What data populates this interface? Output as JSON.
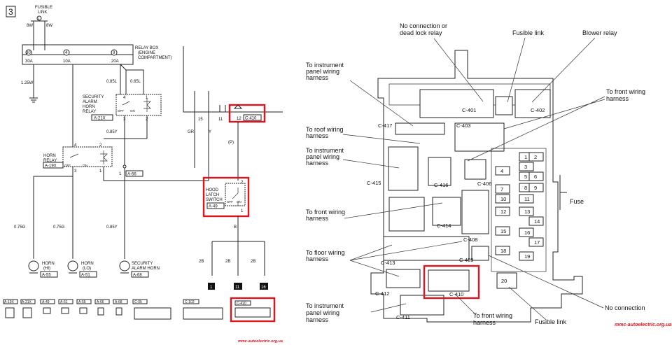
{
  "left": {
    "page_number": "3",
    "fusible_link": [
      "FUSIBLE",
      "LINK"
    ],
    "fuse_top_num": "1",
    "fuse_codes": [
      "30",
      "4",
      "9"
    ],
    "fuse_ratings": [
      "30A",
      "10A",
      "20A"
    ],
    "wire_8w_a": "8W",
    "wire_8w_b": "8W",
    "relay_box": [
      "RELAY BOX",
      "(ENGINE",
      "COMPARTMENT)"
    ],
    "wire_125w": "1.25W",
    "wire_085l_a": "0.85L",
    "wire_065l": "0.65L",
    "security_relay": [
      "SECURITY",
      "ALARM",
      "HORN",
      "RELAY"
    ],
    "security_relay_code": "A-21X",
    "security_pins": [
      "4",
      "1",
      "3",
      "2"
    ],
    "wire_085y_a": "0.85Y",
    "gr": "GR",
    "y": "Y",
    "p": "(P)",
    "n15": "15",
    "n11": "11",
    "c410_pin": "12",
    "c410_code": "C-410",
    "horn_relay": [
      "HORN",
      "RELAY"
    ],
    "horn_relay_code": "A-19X",
    "horn_pins": [
      "4",
      "2",
      "3",
      "1"
    ],
    "off": "OFF",
    "on": "ON",
    "a66_num": "1",
    "a66_code": "A-66",
    "hood_switch": [
      "HOOD",
      "LATCH",
      "SWITCH"
    ],
    "hood_code": "A-49",
    "hood_pins": [
      "2",
      "1"
    ],
    "wire_b": "B",
    "wire_075g_a": "0.75G",
    "wire_075g_b": "0.75G",
    "wire_085y_b": "0.85Y",
    "wire_2b_a": "2B",
    "wire_2b_b": "2B",
    "wire_2b_c": "2B",
    "horn_hi": [
      "HORN",
      "(HI)"
    ],
    "horn_hi_code": "A-55",
    "horn_lo": [
      "HORN",
      "(LO)"
    ],
    "horn_lo_code": "A-51",
    "security_horn": [
      "SECURITY",
      "ALARM HORN"
    ],
    "security_horn_code": "A-68",
    "grounds": [
      "1",
      "11",
      "16"
    ],
    "bottom_codes": [
      "A-19X",
      "A-21X",
      "A-49",
      "A-51",
      "A-55",
      "A-66",
      "A-68",
      "C-05",
      "C-102",
      "C-410"
    ],
    "watermark": "mmc-autoelectric.org.ua"
  },
  "right": {
    "no_connection_relay": [
      "No connection or",
      "dead lock relay"
    ],
    "fusible_link": "Fusible link",
    "blower_relay": "Blower relay",
    "to_ip_harness_1": [
      "To instrument",
      "panel wiring",
      "harness"
    ],
    "to_front_harness_1": [
      "To front wiring",
      "harness"
    ],
    "to_roof_harness": [
      "To roof wiring",
      "harness"
    ],
    "to_ip_harness_2": [
      "To instrument",
      "panel wiring",
      "harness"
    ],
    "to_front_harness_2": [
      "To front wiring",
      "harness"
    ],
    "fuse": "Fuse",
    "to_floor_harness": [
      "To floor wiring",
      "harness"
    ],
    "no_connection": "No connection",
    "to_ip_harness_3": [
      "To instrument",
      "panel wiring",
      "harness"
    ],
    "to_front_harness_3": [
      "To front wiring",
      "harness"
    ],
    "fusible_link_bottom": "Fusible link",
    "connectors": [
      "C-401",
      "C-402",
      "C-417",
      "C-403",
      "C-415",
      "C-416",
      "C-406",
      "C-414",
      "C-408",
      "C-413",
      "C-409",
      "C-412",
      "C-410",
      "C-411"
    ],
    "fuse_numbers": [
      "1",
      "2",
      "3",
      "4",
      "5",
      "6",
      "7",
      "8",
      "9",
      "10",
      "11",
      "12",
      "13",
      "14",
      "15",
      "16",
      "17",
      "18",
      "19",
      "20"
    ],
    "watermark": "mmc-autoelectric.org.ua"
  }
}
